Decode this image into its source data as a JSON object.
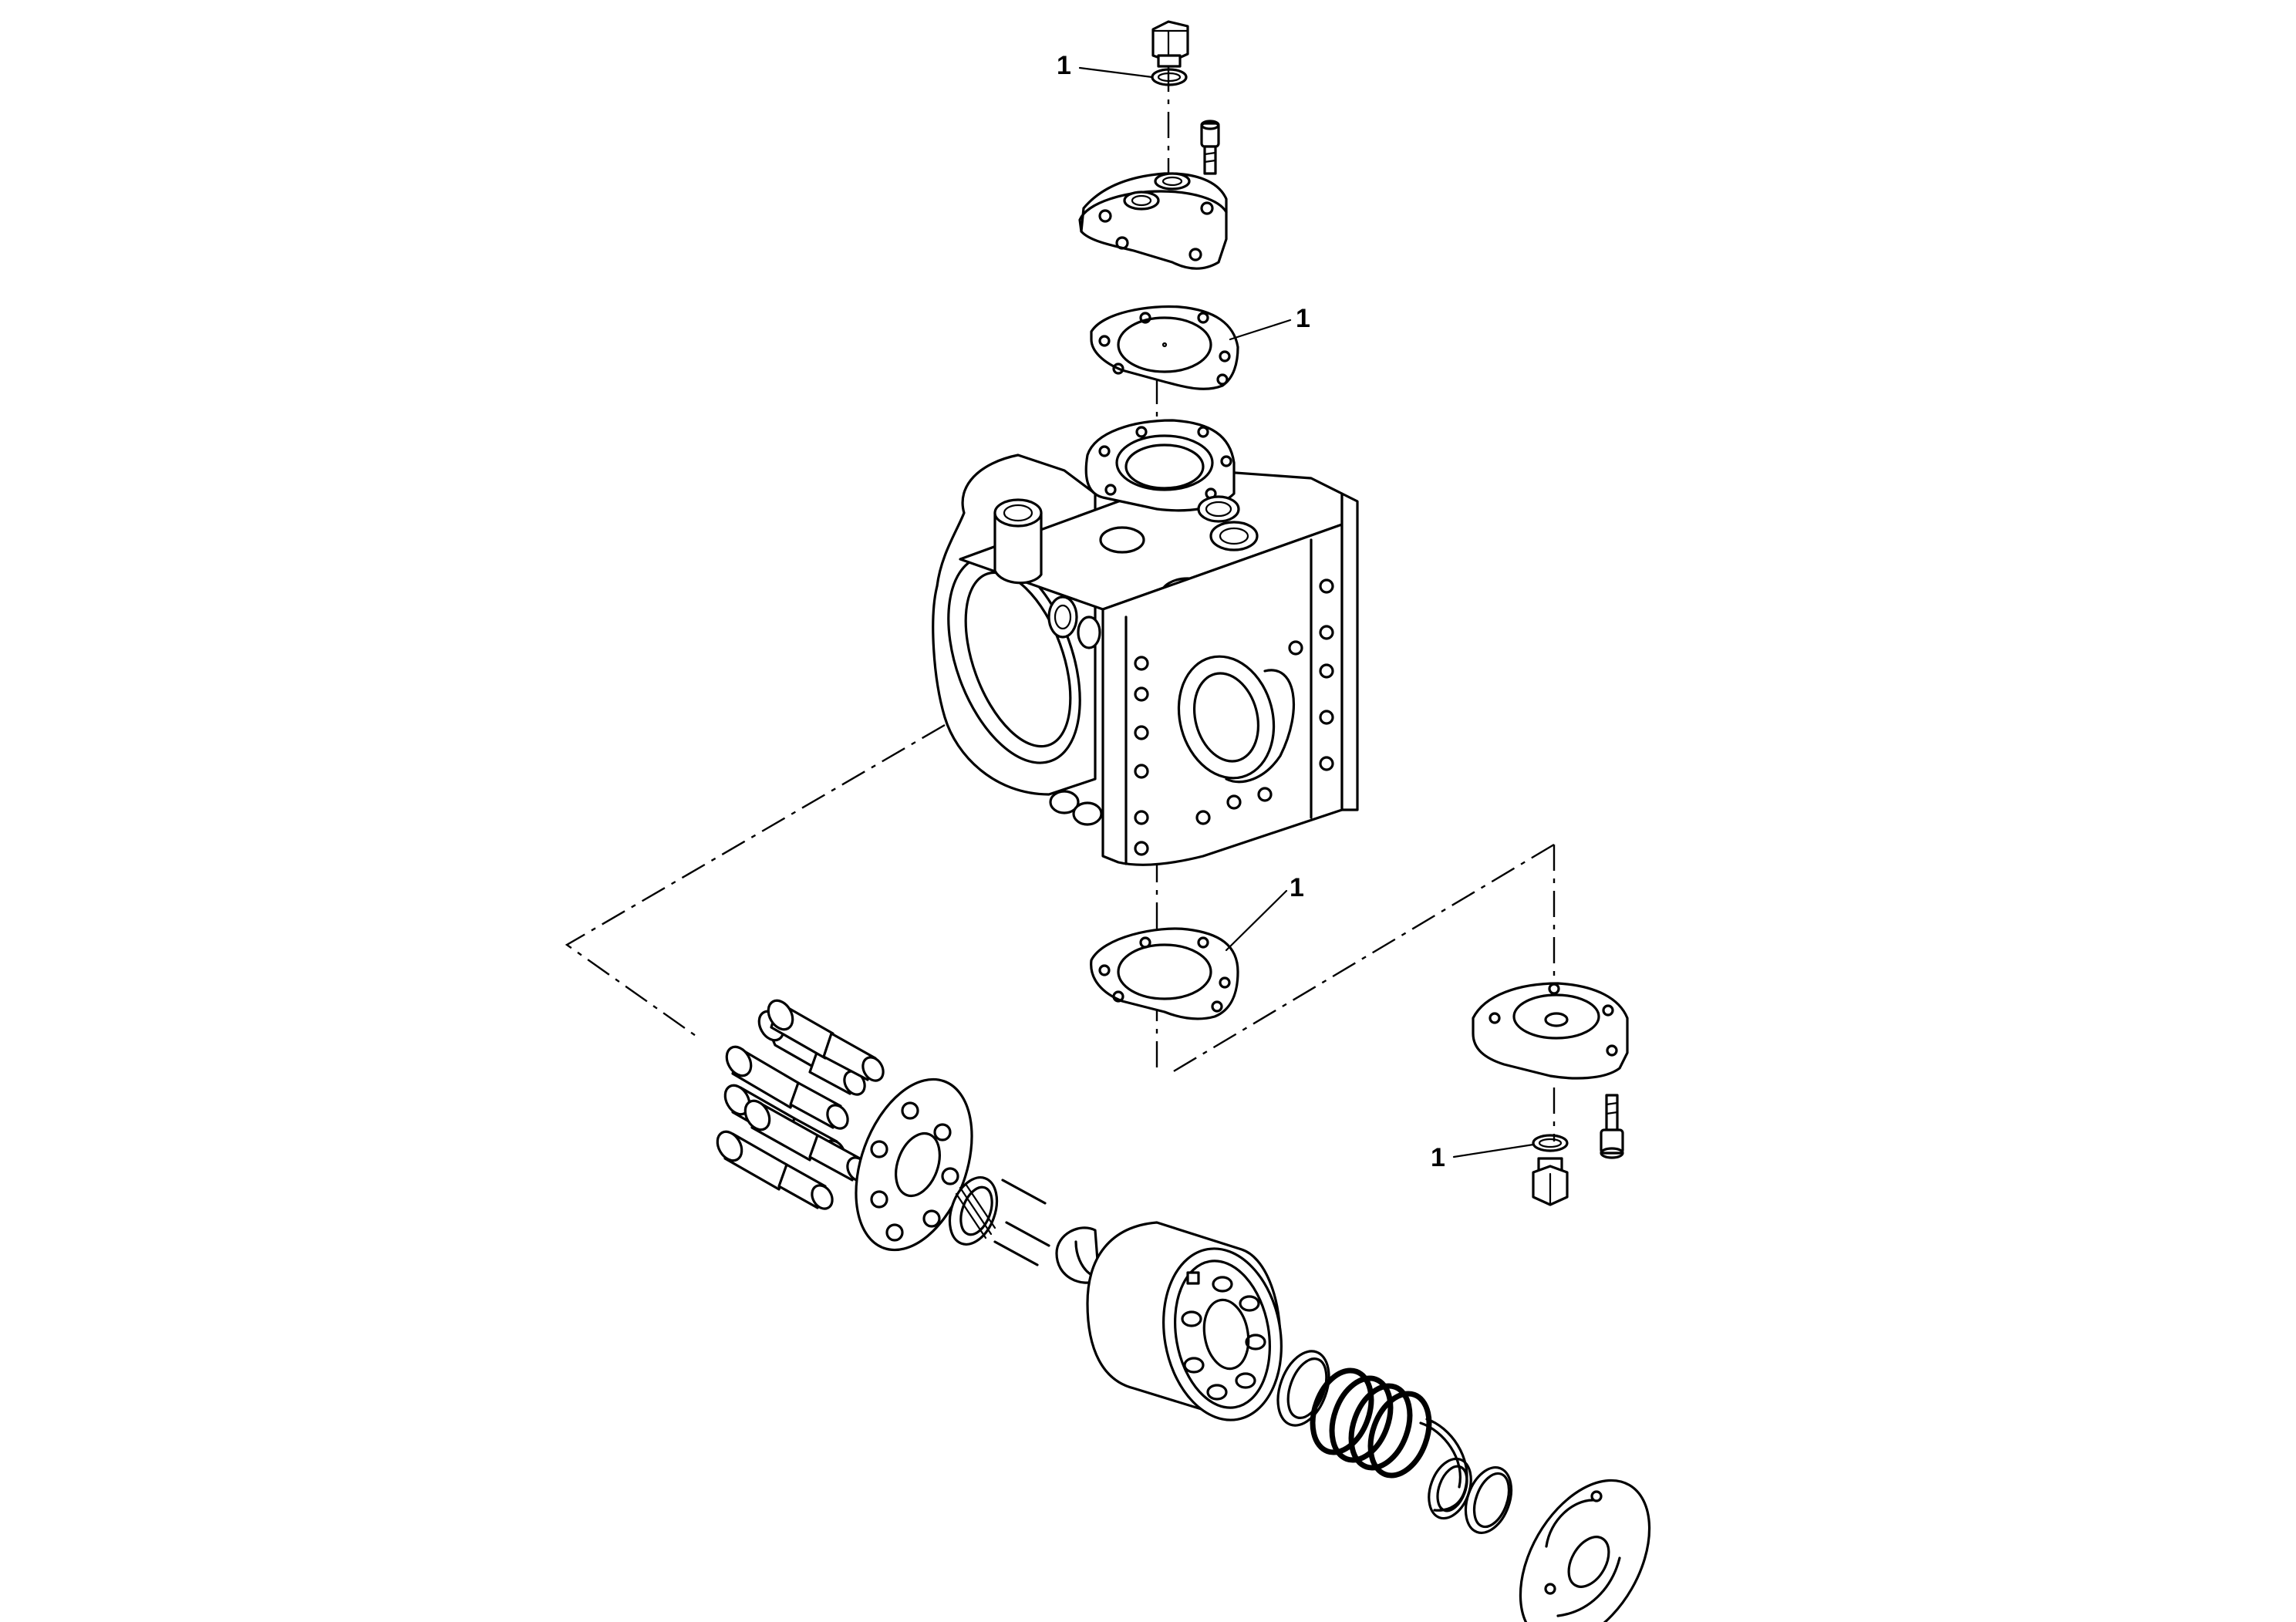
{
  "callouts": [
    {
      "label": "1"
    },
    {
      "label": "1"
    },
    {
      "label": "1"
    },
    {
      "label": "1"
    }
  ]
}
